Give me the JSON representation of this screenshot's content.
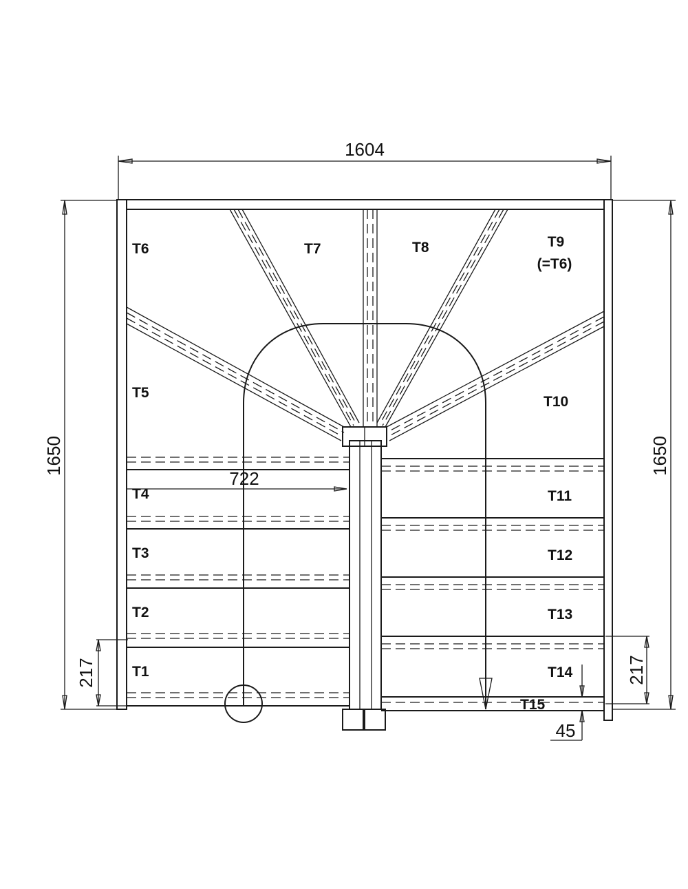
{
  "dimensions": {
    "width_total": "1604",
    "height_left": "1650",
    "height_right": "1650",
    "landing_width": "722",
    "first_step_left": "217",
    "first_step_right": "217",
    "offset_bottom": "45"
  },
  "treads": {
    "t1": "T1",
    "t2": "T2",
    "t3": "T3",
    "t4": "T4",
    "t5": "T5",
    "t6": "T6",
    "t7": "T7",
    "t8": "T8",
    "t9": "T9",
    "t9_note": "(=T6)",
    "t10": "T10",
    "t11": "T11",
    "t12": "T12",
    "t13": "T13",
    "t14": "T14",
    "t15": "T15"
  }
}
